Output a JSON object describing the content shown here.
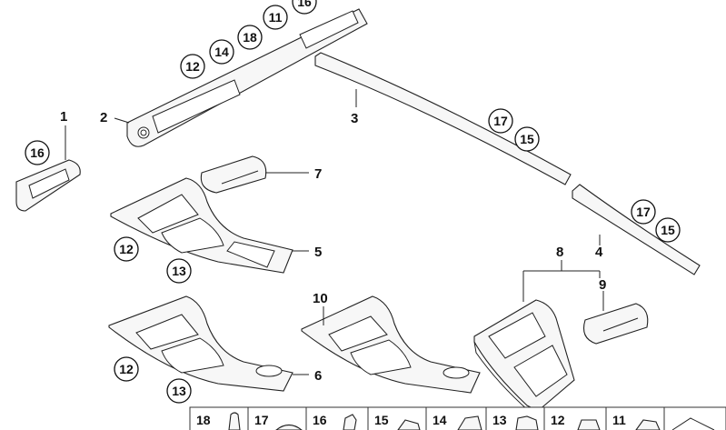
{
  "parts": {
    "p1": "1",
    "p2": "2",
    "p3": "3",
    "p4": "4",
    "p5": "5",
    "p6": "6",
    "p7": "7",
    "p8": "8",
    "p9": "9",
    "p10": "10"
  },
  "callouts": {
    "c16_top": "16",
    "c11": "11",
    "c18": "18",
    "c14": "14",
    "c12_top": "12",
    "c16_left": "16",
    "c17_mid": "17",
    "c15_mid": "15",
    "c17_right": "17",
    "c15_right": "15",
    "c12_a": "12",
    "c13_a": "13",
    "c12_b": "12",
    "c13_b": "13"
  },
  "legend": [
    "18",
    "17",
    "16",
    "15",
    "14",
    "13",
    "12",
    "11"
  ]
}
